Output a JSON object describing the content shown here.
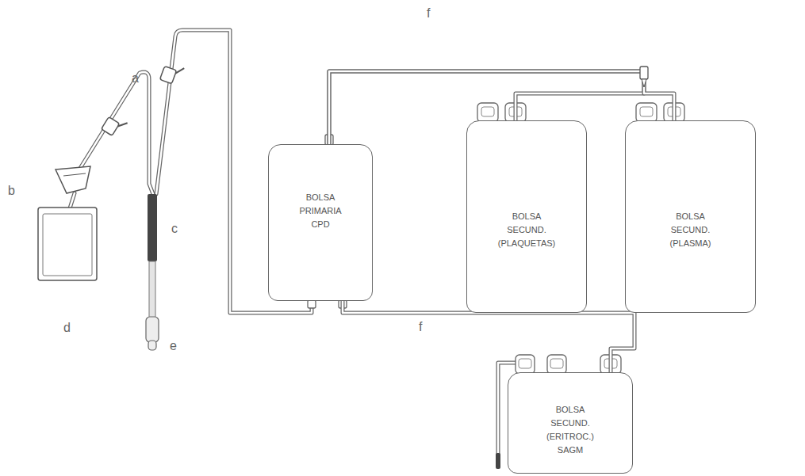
{
  "diagram": {
    "nodes": [
      {
        "text": [
          "BOLSA PRIMARIA CPD"
        ]
      },
      {
        "text": [
          "BOLSA SECUND. (PLAQUETAS)"
        ]
      },
      {
        "text": [
          "BOLSA SECUND. (PLASMA)"
        ]
      },
      {
        "text": [
          "BOLSA SECUND. (ERITROC.) SAGM"
        ]
      }
    ],
    "edges": [
      {
        "from": 0,
        "to": 1,
        "arrow": "none"
      },
      {
        "from": 0,
        "to": 2,
        "arrow": "none"
      },
      {
        "from": 0,
        "to": 3,
        "arrow": "none"
      }
    ],
    "labels": [
      "f",
      "a",
      "b",
      "c",
      "f",
      "d",
      "e"
    ]
  }
}
